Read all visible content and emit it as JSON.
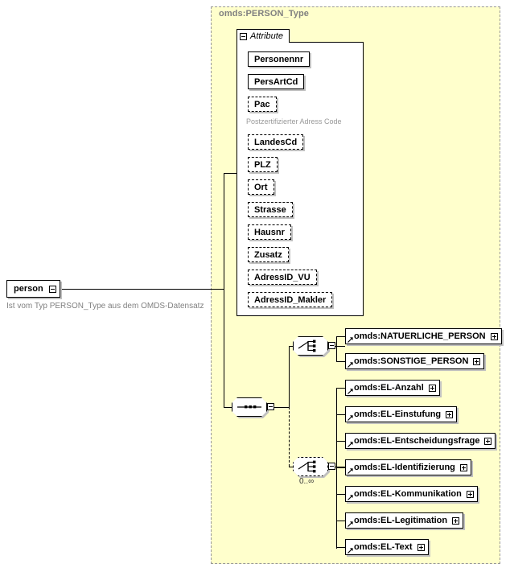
{
  "diagram": {
    "type_panel": {
      "label": "omds:PERSON_Type"
    },
    "root_element": {
      "name": "person",
      "expander": "minus",
      "annotation": "Ist vom Typ PERSON_Type aus dem OMDS-Datensatz"
    },
    "attribute_group": {
      "tab_label": "Attribute",
      "expander": "minus",
      "attributes": [
        {
          "name": "Personennr",
          "optional": false,
          "note": ""
        },
        {
          "name": "PersArtCd",
          "optional": false,
          "note": ""
        },
        {
          "name": "Pac",
          "optional": true,
          "note": "Postzertifizierter Adress Code"
        },
        {
          "name": "LandesCd",
          "optional": true,
          "note": ""
        },
        {
          "name": "PLZ",
          "optional": true,
          "note": ""
        },
        {
          "name": "Ort",
          "optional": true,
          "note": ""
        },
        {
          "name": "Strasse",
          "optional": true,
          "note": ""
        },
        {
          "name": "Hausnr",
          "optional": true,
          "note": ""
        },
        {
          "name": "Zusatz",
          "optional": true,
          "note": ""
        },
        {
          "name": "AdressID_VU",
          "optional": true,
          "note": ""
        },
        {
          "name": "AdressID_Makler",
          "optional": true,
          "note": ""
        }
      ]
    },
    "sequence": {
      "compositor": "sequence",
      "icon": "sequence-icon",
      "cardinality": ""
    },
    "choice_person": {
      "compositor": "choice",
      "icon": "choice-icon",
      "optional": false,
      "cardinality": "",
      "elements": [
        {
          "name": "omds:NATUERLICHE_PERSON",
          "expander": "plus",
          "is_reference": true
        },
        {
          "name": "omds:SONSTIGE_PERSON",
          "expander": "plus",
          "is_reference": true
        }
      ]
    },
    "choice_el": {
      "compositor": "choice",
      "icon": "choice-icon",
      "optional": true,
      "cardinality": "0..∞",
      "elements": [
        {
          "name": "omds:EL-Anzahl",
          "expander": "plus",
          "is_reference": true
        },
        {
          "name": "omds:EL-Einstufung",
          "expander": "plus",
          "is_reference": true
        },
        {
          "name": "omds:EL-Entscheidungsfrage",
          "expander": "plus",
          "is_reference": true
        },
        {
          "name": "omds:EL-Identifizierung",
          "expander": "plus",
          "is_reference": true
        },
        {
          "name": "omds:EL-Kommunikation",
          "expander": "plus",
          "is_reference": true
        },
        {
          "name": "omds:EL-Legitimation",
          "expander": "plus",
          "is_reference": true
        },
        {
          "name": "omds:EL-Text",
          "expander": "plus",
          "is_reference": true
        }
      ]
    },
    "colors": {
      "panel_fill": "#ffffcc",
      "panel_border": "#999999",
      "box_fill": "#ffffff",
      "box_border": "#000000",
      "shadow": "#c0c0c0",
      "label_gray": "#808080",
      "note_gray": "#999999"
    }
  }
}
